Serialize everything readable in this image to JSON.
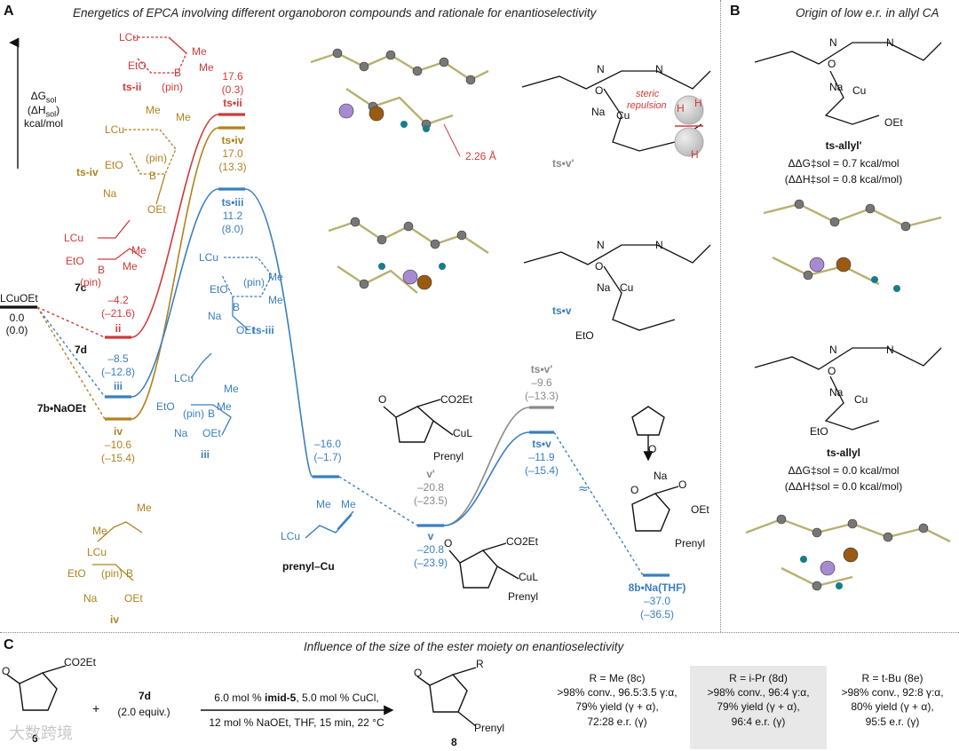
{
  "panels": {
    "A": "A",
    "B": "B",
    "C": "C"
  },
  "titles": {
    "A": "Energetics of EPCA involving different organoboron compounds and rationale for enantioselectivity",
    "B": "Origin of low e.r. in allyl CA",
    "C": "Influence of the size of the ester moiety on enantioselectivity"
  },
  "axis": {
    "line1": "ΔG",
    "line1_sub": "sol",
    "line2": "(ΔH",
    "line2_sub": "sol",
    "line2_end": ")",
    "line3": "kcal/mol"
  },
  "energy_levels": {
    "start": {
      "label": "LCuOEt",
      "g": "0.0",
      "h": "(0.0)"
    },
    "ts_ii": {
      "label": "ts•ii",
      "g": "17.6",
      "h": "(0.3)"
    },
    "ts_iv": {
      "label": "ts•iv",
      "g": "17.0",
      "h": "(13.3)"
    },
    "ts_iii": {
      "label": "ts•iii",
      "g": "11.2",
      "h": "(8.0)"
    },
    "ii": {
      "label": "ii",
      "g": "–4.2",
      "h": "(–21.6)"
    },
    "iii": {
      "label": "iii",
      "g": "–8.5",
      "h": "(–12.8)"
    },
    "iv": {
      "label": "iv",
      "g": "–10.6",
      "h": "(–15.4)"
    },
    "prenyl": {
      "label": "prenyl–Cu",
      "g": "–16.0",
      "h": "(–1.7)"
    },
    "v_prime": {
      "label": "v'",
      "g": "–20.8",
      "h": "(–23.5)"
    },
    "v": {
      "label": "v",
      "g": "–20.8",
      "h": "(–23.9)"
    },
    "ts_v_prime": {
      "label": "ts•v'",
      "g": "–9.6",
      "h": "(–13.3)"
    },
    "ts_v": {
      "label": "ts•v",
      "g": "–11.9",
      "h": "(–15.4)"
    },
    "product": {
      "label": "8b•Na(THF)",
      "g": "–37.0",
      "h": "(–36.5)"
    }
  },
  "reagents": {
    "r7c": "7c",
    "r7d": "7d",
    "r7b": "7b•NaOEt"
  },
  "struct_labels": {
    "ts_ii": "ts-ii",
    "ts_iv": "ts-iv",
    "ts_iii": "ts-iii",
    "ii": "ii",
    "iii": "iii",
    "iv": "iv",
    "ts_v_prime_model": "ts•v'",
    "ts_v_model": "ts•v",
    "steric": "steric",
    "repulsion": "repulsion",
    "dist": "2.26 Å",
    "LCu": "LCu",
    "EtO": "EtO",
    "pin": "(pin)",
    "B": "B",
    "Me": "Me",
    "Na": "Na",
    "OEt": "OEt",
    "CO2Et": "CO2Et",
    "CuL": "CuL",
    "Prenyl": "Prenyl",
    "O": "O",
    "Cu": "Cu",
    "N": "N",
    "H": "H"
  },
  "panel_b": {
    "ts_allyl_prime": "ts-allyl'",
    "ts_allyl_prime_g": "ΔΔG‡sol = 0.7 kcal/mol",
    "ts_allyl_prime_h": "(ΔΔH‡sol = 0.8 kcal/mol)",
    "ts_allyl": "ts-allyl",
    "ts_allyl_g": "ΔΔG‡sol = 0.0 kcal/mol",
    "ts_allyl_h": "(ΔΔH‡sol = 0.0 kcal/mol)"
  },
  "panel_c": {
    "reactant": "6",
    "plus": "+",
    "reagent": "7d",
    "equiv": "(2.0 equiv.)",
    "cond1_a": "6.0 mol %",
    "cond1_b": "imid-5",
    "cond1_c": ", 5.0 mol % CuCl,",
    "cond2": "12 mol % NaOEt, THF, 15 min, 22 °C",
    "product": "8",
    "R": "R",
    "results": [
      {
        "r": "R = Me (8c)",
        "l1": ">98% conv., 96.5:3.5 γ:α,",
        "l2": "79% yield (γ + α),",
        "l3": "72:28 e.r. (γ)"
      },
      {
        "r": "R = i-Pr (8d)",
        "l1": ">98% conv., 96:4 γ:α,",
        "l2": "79% yield (γ + α),",
        "l3": "96:4 e.r. (γ)"
      },
      {
        "r": "R = t-Bu (8e)",
        "l1": ">98% conv., 92:8 γ:α,",
        "l2": "80% yield (γ + α),",
        "l3": "95:5 e.r. (γ)"
      }
    ]
  },
  "watermark": "大数跨境",
  "colors": {
    "red": "#d03a3a",
    "gold": "#b08220",
    "blue": "#3a7fbf",
    "gray": "#8a8a8a",
    "black": "#111111"
  }
}
